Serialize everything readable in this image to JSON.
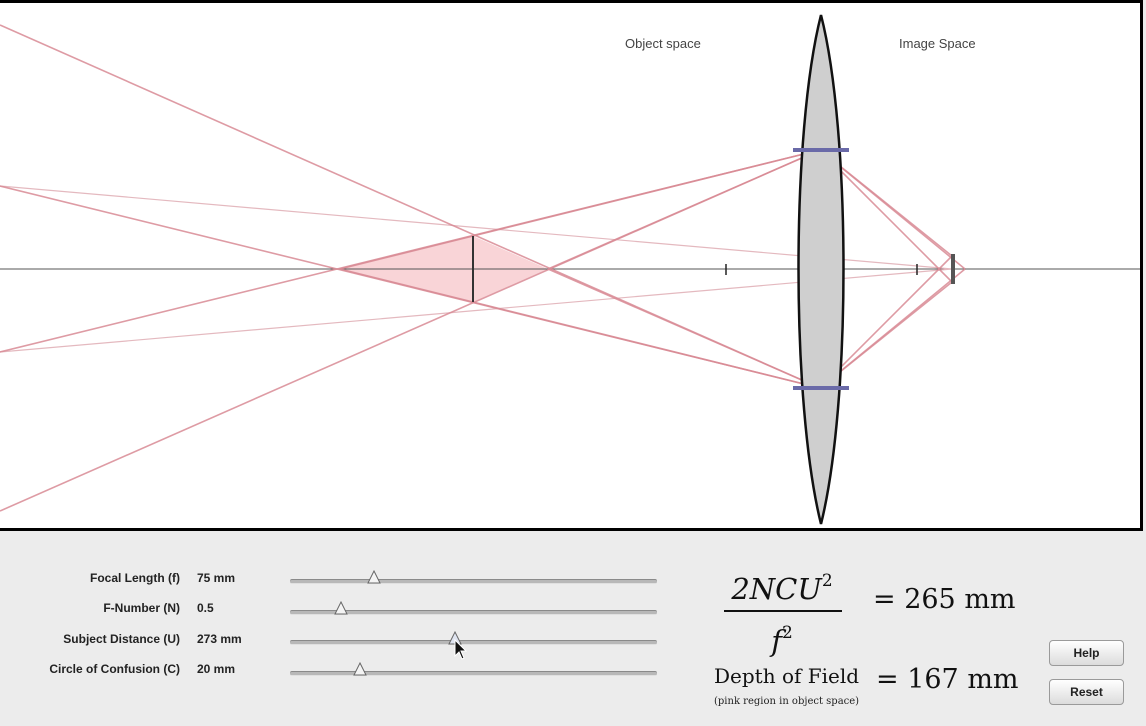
{
  "canvas": {
    "object_space_label": "Object space",
    "image_space_label": "Image Space"
  },
  "controls": [
    {
      "label": "Focal Length (f)",
      "value": "75 mm",
      "slider_fraction": 0.23
    },
    {
      "label": "F-Number (N)",
      "value": "0.5",
      "slider_fraction": 0.14
    },
    {
      "label": "Subject Distance (U)",
      "value": "273 mm",
      "slider_fraction": 0.45
    },
    {
      "label": "Circle of Confusion (C)",
      "value": "20 mm",
      "slider_fraction": 0.19
    }
  ],
  "formula": {
    "numerator": "2NCU",
    "numerator_exp": "2",
    "denominator": "f",
    "denominator_exp": "2",
    "result": "= 265 mm"
  },
  "depth_of_field": {
    "label": "Depth of Field",
    "note": "(pink region in object space)",
    "result": "= 167 mm"
  },
  "buttons": {
    "help": "Help",
    "reset": "Reset"
  },
  "colors": {
    "ray": "#d88a94",
    "dof_fill": "#f7c9cd",
    "lens_fill": "#cfcfcf",
    "aperture": "#6a6aa8"
  }
}
